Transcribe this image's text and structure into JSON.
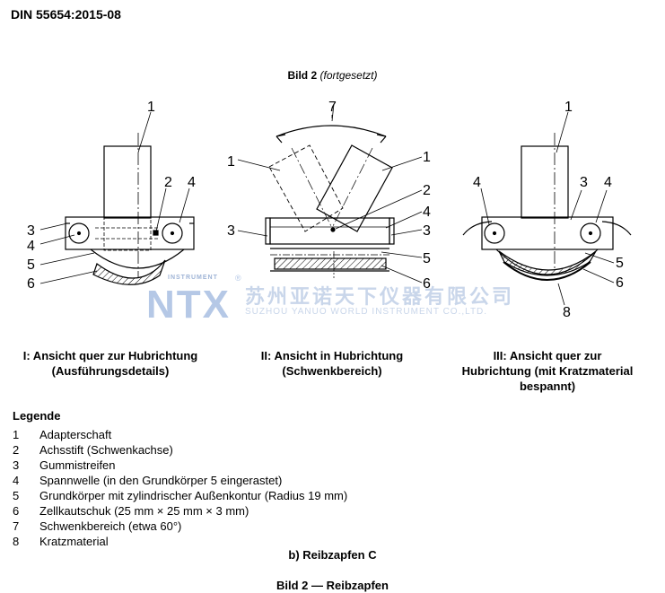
{
  "header": {
    "doc_id": "DIN 55654:2015-08"
  },
  "figure": {
    "title_bold": "Bild 2",
    "title_italic": "(fortgesetzt)"
  },
  "callouts": {
    "v1": [
      "1",
      "2",
      "3",
      "4",
      "4",
      "5",
      "6"
    ],
    "v2": [
      "7",
      "1",
      "1",
      "2",
      "4",
      "3",
      "3",
      "5",
      "6"
    ],
    "v3": [
      "1",
      "3",
      "4",
      "4",
      "5",
      "6",
      "8"
    ]
  },
  "captions": {
    "view1": [
      "I: Ansicht quer zur Hubrichtung",
      "(Ausführungsdetails)"
    ],
    "view2": [
      "II: Ansicht in Hubrichtung",
      "(Schwenkbereich)"
    ],
    "view3": [
      "III: Ansicht quer zur",
      "Hubrichtung (mit Kratzmaterial",
      "bespannt)"
    ]
  },
  "legend": {
    "title": "Legende",
    "items": [
      {
        "num": "1",
        "text": "Adapterschaft"
      },
      {
        "num": "2",
        "text": "Achsstift (Schwenkachse)"
      },
      {
        "num": "3",
        "text": "Gummistreifen"
      },
      {
        "num": "4",
        "text": "Spannwelle (in den Grundkörper 5 eingerastet)"
      },
      {
        "num": "5",
        "text": "Grundkörper mit zylindrischer Außenkontur (Radius 19 mm)"
      },
      {
        "num": "6",
        "text": "Zellkautschuk (25 mm × 25 mm × 3 mm)"
      },
      {
        "num": "7",
        "text": "Schwenkbereich (etwa 60°)"
      },
      {
        "num": "8",
        "text": "Kratzmaterial"
      }
    ]
  },
  "subcaption": "b) Reibzapfen C",
  "figure_caption": "Bild 2 — Reibzapfen",
  "watermark": {
    "logo": "NTX",
    "registered": "®",
    "instrument": "INSTRUMENT",
    "company_cn": "苏州亚诺天下仪器有限公司",
    "company_en": "SUZHOU YANUO WORLD INSTRUMENT CO.,LTD."
  },
  "colors": {
    "watermark": "#c9d6ea",
    "logo": "#b5c8e6"
  }
}
